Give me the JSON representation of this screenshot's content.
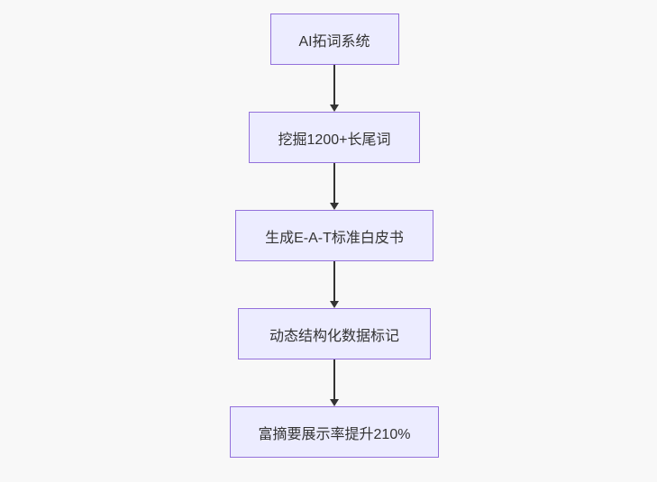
{
  "page": {
    "background_color": "#f8f8f8"
  },
  "flowchart": {
    "type": "flowchart-top-down",
    "node_fill_color": "#ECECFF",
    "node_border_color": "#9370DB",
    "text_color": "#333333",
    "arrow_color": "#333333",
    "nodes": [
      {
        "label": "AI拓词系统"
      },
      {
        "label": "挖掘1200+长尾词"
      },
      {
        "label": "生成E-A-T标准白皮书"
      },
      {
        "label": "动态结构化数据标记"
      },
      {
        "label": "富摘要展示率提升210%"
      }
    ],
    "edges": [
      {
        "from": "AI拓词系统",
        "to": "挖掘1200+长尾词"
      },
      {
        "from": "挖掘1200+长尾词",
        "to": "生成E-A-T标准白皮书"
      },
      {
        "from": "生成E-A-T标准白皮书",
        "to": "动态结构化数据标记"
      },
      {
        "from": "动态结构化数据标记",
        "to": "富摘要展示率提升210%"
      }
    ]
  }
}
